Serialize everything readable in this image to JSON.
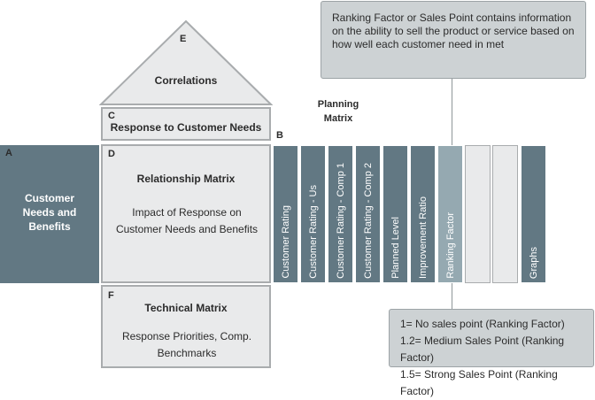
{
  "roof": {
    "letter": "E",
    "title": "Correlations"
  },
  "response": {
    "letter": "C",
    "title": "Response to Customer Needs"
  },
  "planning_letter": "B",
  "planning_title": "Planning Matrix",
  "customer": {
    "letter": "A",
    "title": "Customer Needs and Benefits"
  },
  "relationship": {
    "letter": "D",
    "title": "Relationship Matrix",
    "body": "Impact of Response on Customer Needs and Benefits"
  },
  "technical": {
    "letter": "F",
    "title": "Technical Matrix",
    "body": "Response Priorities, Comp. Benchmarks"
  },
  "columns": [
    "Customer Rating",
    "Customer Rating - Us",
    "Customer Rating - Comp 1",
    "Customer Rating - Comp 2",
    "Planned Level",
    "Improvement Ratio",
    "Ranking Factor",
    "",
    "",
    "Graphs"
  ],
  "callout_top": "Ranking Factor or Sales Point contains information on the ability to sell the product or service based on how well each customer need in met",
  "callout_bottom": [
    "1= No sales point (Ranking Factor)",
    "1.2= Medium Sales Point (Ranking Factor)",
    "1.5= Strong Sales Point (Ranking Factor)"
  ],
  "colors": {
    "dark": "#627883",
    "ranking": "#95a9b1",
    "light": "#e9eaeb",
    "callout": "#cdd2d4"
  }
}
